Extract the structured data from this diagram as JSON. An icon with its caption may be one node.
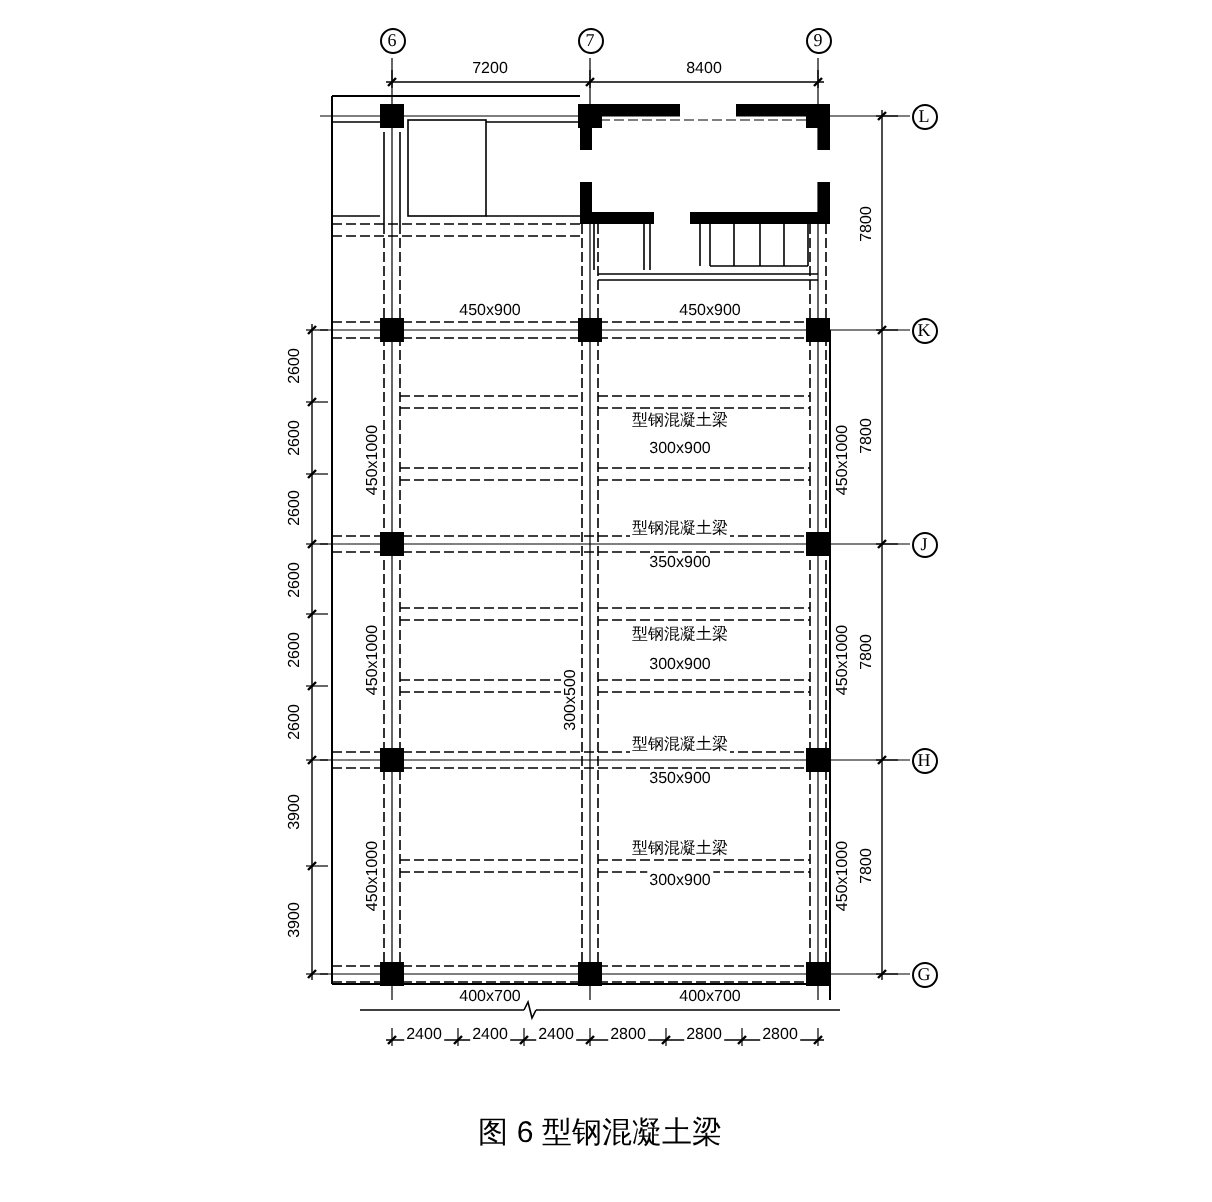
{
  "diagram": {
    "caption": "图 6 型钢混凝土梁",
    "nodes": [
      {
        "text": [
          "6"
        ]
      },
      {
        "text": [
          "7"
        ]
      },
      {
        "text": [
          "9"
        ]
      },
      {
        "text": [
          "L"
        ]
      },
      {
        "text": [
          "K"
        ]
      },
      {
        "text": [
          "J"
        ]
      },
      {
        "text": [
          "H"
        ]
      },
      {
        "text": [
          "G"
        ]
      }
    ],
    "labels": [
      "7200",
      "8400",
      "7800",
      "7800",
      "7800",
      "7800",
      "2600",
      "2600",
      "2600",
      "2600",
      "2600",
      "2600",
      "3900",
      "3900",
      "450x900",
      "450x900",
      "型钢混凝土梁",
      "300x900",
      "型钢混凝土梁",
      "350x900",
      "型钢混凝土梁",
      "300x900",
      "型钢混凝土梁",
      "350x900",
      "型钢混凝土梁",
      "300x900",
      "450x1000",
      "450x1000",
      "450x1000",
      "450x1000",
      "450x1000",
      "450x1000",
      "300x500",
      "400x700",
      "400x700",
      "2400",
      "2400",
      "2400",
      "2800",
      "2800",
      "2800"
    ]
  }
}
